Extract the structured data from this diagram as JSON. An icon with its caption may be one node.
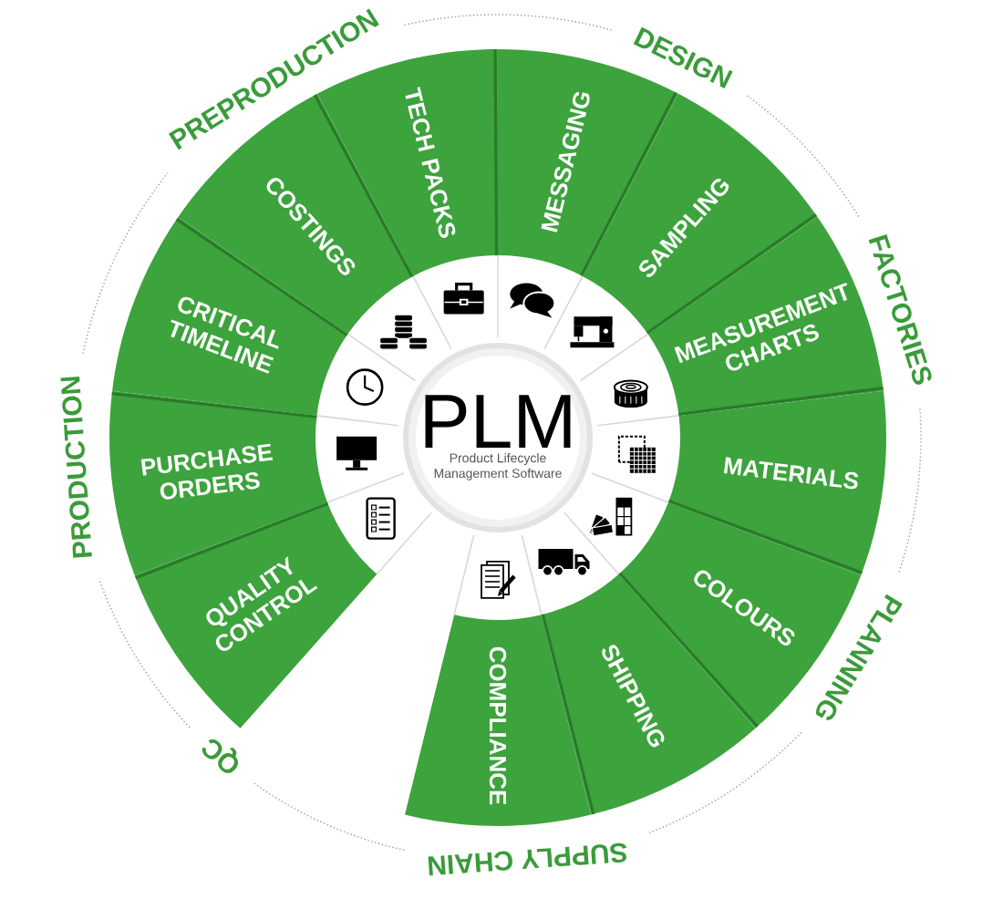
{
  "diagram": {
    "nodes": [
      {
        "text": [
          "PLM",
          "Product Lifecycle Management Software"
        ]
      },
      {
        "text": [
          "TECH PACKS"
        ]
      },
      {
        "text": [
          "MESSAGING"
        ]
      },
      {
        "text": [
          "SAMPLING"
        ]
      },
      {
        "text": [
          "MEASUREMENT CHARTS"
        ]
      },
      {
        "text": [
          "MATERIALS"
        ]
      },
      {
        "text": [
          "COLOURS"
        ]
      },
      {
        "text": [
          "SHIPPING"
        ]
      },
      {
        "text": [
          "COMPLIANCE"
        ]
      },
      {
        "text": [
          "QUALITY CONTROL"
        ]
      },
      {
        "text": [
          "PURCHASE ORDERS"
        ]
      },
      {
        "text": [
          "CRITICAL TIMELINE"
        ]
      },
      {
        "text": [
          "COSTINGS"
        ]
      }
    ],
    "labels": [
      "PREPRODUCTION",
      "DESIGN",
      "FACTORIES",
      "PLANNING",
      "SUPPLY CHAIN",
      "QC",
      "PRODUCTION"
    ]
  }
}
